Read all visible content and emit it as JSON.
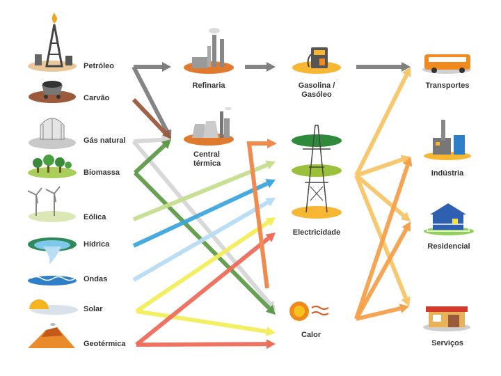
{
  "sources": [
    {
      "id": "petroleo",
      "label": "Petróleo",
      "icon": "oil-derrick-icon"
    },
    {
      "id": "carvao",
      "label": "Carvão",
      "icon": "coal-cart-icon"
    },
    {
      "id": "gas",
      "label": "Gás natural",
      "icon": "gas-tank-icon"
    },
    {
      "id": "biomassa",
      "label": "Biomassa",
      "icon": "trees-icon"
    },
    {
      "id": "eolica",
      "label": "Eólica",
      "icon": "wind-turbines-icon"
    },
    {
      "id": "hidrica",
      "label": "Hídrica",
      "icon": "water-vortex-icon"
    },
    {
      "id": "ondas",
      "label": "Ondas",
      "icon": "waves-icon"
    },
    {
      "id": "solar",
      "label": "Solar",
      "icon": "sun-icon"
    },
    {
      "id": "geotermica",
      "label": "Geotérmica",
      "icon": "volcano-icon"
    }
  ],
  "conversion": [
    {
      "id": "refinaria",
      "label": "Refinaria",
      "icon": "refinery-icon"
    },
    {
      "id": "central",
      "label": "Central\ntérmica",
      "icon": "power-plant-icon"
    }
  ],
  "carriers": [
    {
      "id": "gasolina",
      "label": "Gasolina /\nGasóleo",
      "icon": "fuel-pump-icon"
    },
    {
      "id": "electricidade",
      "label": "Electricidade",
      "icon": "pylon-icon"
    },
    {
      "id": "calor",
      "label": "Calor",
      "icon": "heat-icon"
    }
  ],
  "uses": [
    {
      "id": "transportes",
      "label": "Transportes",
      "icon": "bus-icon"
    },
    {
      "id": "industria",
      "label": "Indústria",
      "icon": "factory-icon"
    },
    {
      "id": "residencial",
      "label": "Residencial",
      "icon": "house-icon"
    },
    {
      "id": "servicos",
      "label": "Serviços",
      "icon": "shop-icon"
    }
  ],
  "colors": {
    "petroleo": "#7f7f7f",
    "carvao": "#9b5a3c",
    "gas": "#d6d6d6",
    "biomassa": "#5f9a4a",
    "eolica": "#c6df8f",
    "hidrica": "#3ea7de",
    "ondas": "#b9ddf4",
    "solar": "#f4ee5a",
    "geotermica": "#ef6c5a",
    "electricidade": "#f08a4e",
    "calor_out": "#f5a14a",
    "elec_out": "#f8c66a",
    "pylon_top": "#2f8a3c",
    "pylon_mid": "#9bc13c",
    "pylon_bot": "#f7b733"
  },
  "flows": [
    {
      "from": "petroleo",
      "to": "refinaria",
      "color": "petroleo"
    },
    {
      "from": "petroleo",
      "to": "central",
      "color": "petroleo"
    },
    {
      "from": "refinaria",
      "to": "gasolina",
      "color": "petroleo"
    },
    {
      "from": "gasolina",
      "to": "transportes",
      "color": "petroleo"
    },
    {
      "from": "carvao",
      "to": "central",
      "color": "carvao"
    },
    {
      "from": "gas",
      "to": "central",
      "color": "gas"
    },
    {
      "from": "gas",
      "to": "calor",
      "color": "gas"
    },
    {
      "from": "biomassa",
      "to": "central",
      "color": "biomassa"
    },
    {
      "from": "biomassa",
      "to": "calor",
      "color": "biomassa"
    },
    {
      "from": "eolica",
      "to": "electricidade",
      "color": "eolica"
    },
    {
      "from": "hidrica",
      "to": "electricidade",
      "color": "hidrica"
    },
    {
      "from": "ondas",
      "to": "electricidade",
      "color": "ondas"
    },
    {
      "from": "solar",
      "to": "electricidade",
      "color": "solar"
    },
    {
      "from": "solar",
      "to": "calor",
      "color": "solar"
    },
    {
      "from": "geotermica",
      "to": "electricidade",
      "color": "geotermica"
    },
    {
      "from": "geotermica",
      "to": "calor",
      "color": "geotermica"
    },
    {
      "from": "central",
      "to": "electricidade",
      "color": "electricidade"
    },
    {
      "from": "central",
      "to": "calor",
      "color": "electricidade"
    },
    {
      "from": "electricidade",
      "to": "transportes",
      "color": "elec_out"
    },
    {
      "from": "electricidade",
      "to": "industria",
      "color": "elec_out"
    },
    {
      "from": "electricidade",
      "to": "residencial",
      "color": "elec_out"
    },
    {
      "from": "electricidade",
      "to": "servicos",
      "color": "elec_out"
    },
    {
      "from": "calor",
      "to": "industria",
      "color": "calor_out"
    },
    {
      "from": "calor",
      "to": "residencial",
      "color": "calor_out"
    },
    {
      "from": "calor",
      "to": "servicos",
      "color": "calor_out"
    }
  ]
}
